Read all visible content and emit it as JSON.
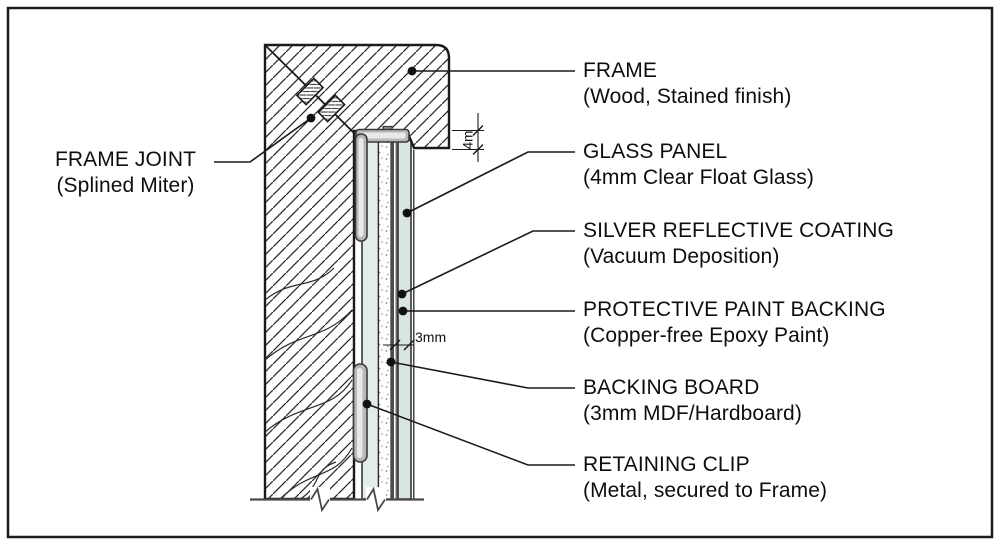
{
  "figure_type": "technical-section-detail-drawing",
  "subject": "framed-mirror-cross-section",
  "annotations": {
    "frame": {
      "title": "FRAME",
      "subtitle": "(Wood, Stained finish)"
    },
    "glass": {
      "title": "GLASS PANEL",
      "subtitle": "(4mm Clear Float Glass)"
    },
    "silver": {
      "title": "SILVER REFLECTIVE COATING",
      "subtitle": "(Vacuum Deposition)"
    },
    "paint": {
      "title": "PROTECTIVE PAINT BACKING",
      "subtitle": "(Copper-free Epoxy Paint)"
    },
    "backing": {
      "title": "BACKING BOARD",
      "subtitle": "(3mm MDF/Hardboard)"
    },
    "clip": {
      "title": "RETAINING CLIP",
      "subtitle": "(Metal, secured to Frame)"
    },
    "frame_joint": {
      "title": "FRAME JOINT",
      "subtitle": "(Splined Miter)"
    }
  },
  "dimensions": {
    "rebate_overlap": "4m",
    "backing_thickness": "3mm"
  },
  "colors": {
    "line": "#1a1a1a",
    "glass_tint": "#d9e6df",
    "spacer_tint": "#e4ece7",
    "clip_gray": "#b8b8b8",
    "baseline_gray": "#4a4a4a",
    "background": "#ffffff"
  }
}
